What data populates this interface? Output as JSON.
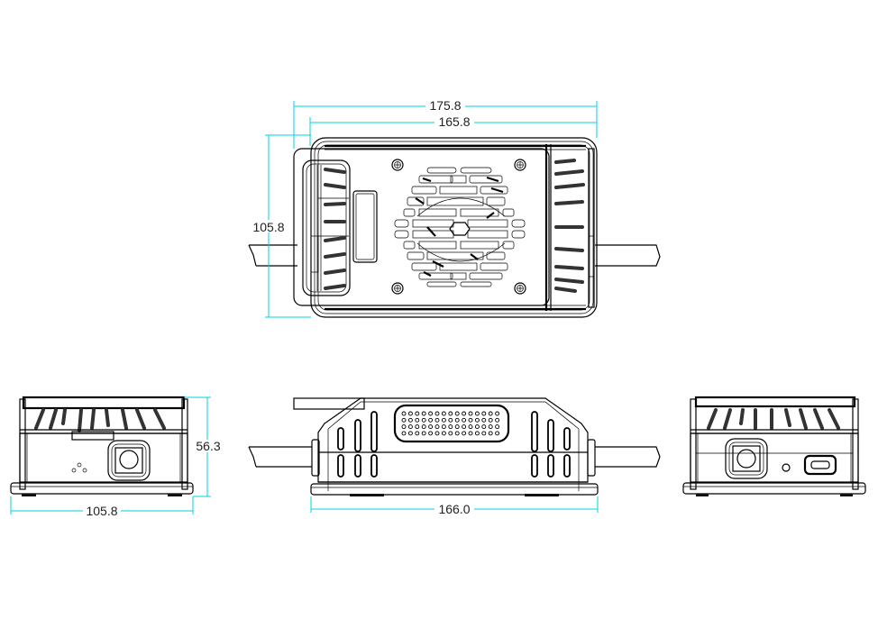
{
  "drawing": {
    "title": "Device enclosure outline drawing",
    "units": "mm",
    "line_color": "#000000",
    "dimension_color": "#00d0e0",
    "views": [
      {
        "name": "top-view",
        "label": ""
      },
      {
        "name": "end-view-left",
        "label": ""
      },
      {
        "name": "side-view-front",
        "label": ""
      },
      {
        "name": "end-view-right",
        "label": ""
      }
    ]
  },
  "dimensions": {
    "top_overall_length": "175.8",
    "top_body_length": "165.8",
    "top_width": "105.8",
    "left_height": "56.3",
    "left_width": "105.8",
    "front_base_length": "166.0"
  }
}
